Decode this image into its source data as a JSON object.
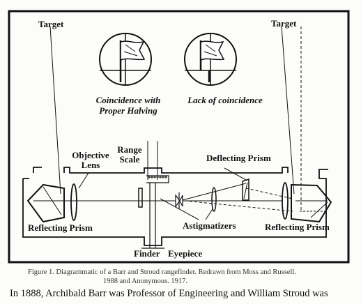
{
  "diagram": {
    "labels": {
      "target_left": "Target",
      "target_right": "Target",
      "coincidence_line1": "Coincidence with",
      "coincidence_line2": "Proper Halving",
      "lack_of_coincidence": "Lack of coincidence",
      "objective_lens_line1": "Objective",
      "objective_lens_line2": "Lens",
      "range_scale_line1": "Range",
      "range_scale_line2": "Scale",
      "deflecting_prism": "Deflecting Prism",
      "reflecting_prism_left": "Reflecting Prism",
      "reflecting_prism_right": "Reflecting Prism",
      "astigmatizers": "Astigmatizers",
      "finder": "Finder",
      "eyepiece": "Eyepiece"
    }
  },
  "caption": {
    "line1": "Figure 1. Diagrammatic of a Barr and Stroud rangefinder. Redrawn from Moss and Russell.",
    "line2": "1988 and Anonymous. 1917."
  },
  "body_text": "In 1888, Archibald Barr was Professor of Engineering and William Stroud was"
}
